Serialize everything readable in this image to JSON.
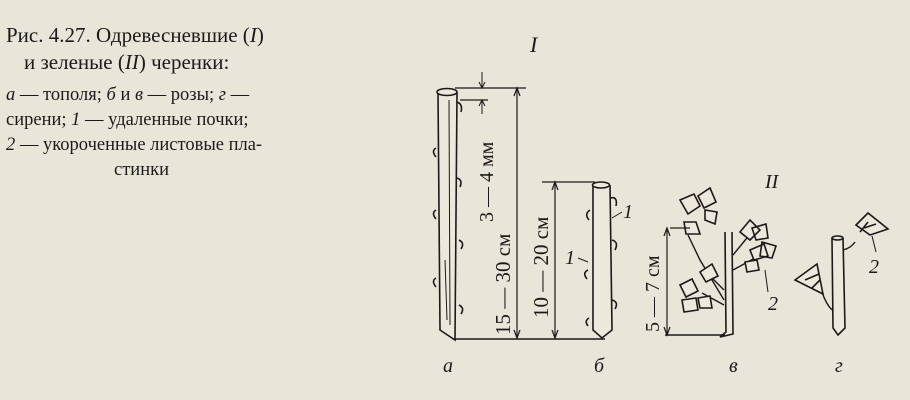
{
  "caption": {
    "number": "Рис. 4.27.",
    "title_part1": "Одревесневшие (",
    "group1": "I",
    "title_part2": ")",
    "title_part3": "и зеленые (",
    "group2": "II",
    "title_part4": ") черенки:",
    "legend": [
      {
        "key": "а",
        "text": " — тополя; "
      },
      {
        "key": "б",
        "text": " и "
      },
      {
        "key": "в",
        "text": " — розы; "
      },
      {
        "key": "г",
        "text": " —"
      },
      {
        "text": "сирени; "
      },
      {
        "key": "1",
        "text": " — удаленные почки;"
      },
      {
        "key": "2",
        "text": " — укороченные листовые пла-"
      },
      {
        "text": "стинки"
      }
    ]
  },
  "figure": {
    "group_labels": [
      "I",
      "II"
    ],
    "dimensions": {
      "bud_gap": "3 — 4 мм",
      "poplar_length": "15 — 30 см",
      "rose_woody_length": "10 — 20 см",
      "green_length": "5 — 7 см"
    },
    "markers": {
      "removed_buds": "1",
      "shortened_leaves": "2"
    },
    "panel_letters": [
      "а",
      "б",
      "в",
      "г"
    ]
  }
}
